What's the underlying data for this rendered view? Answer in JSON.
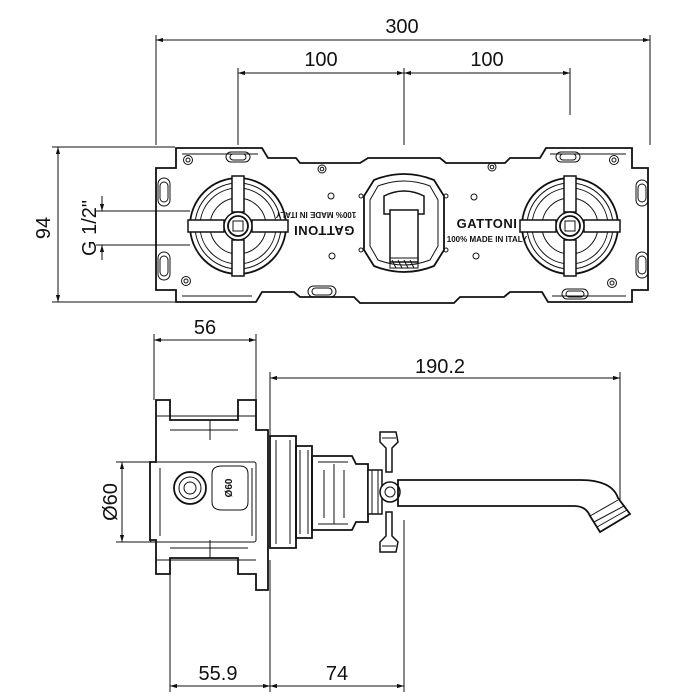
{
  "dimensions": {
    "top_overall": "300",
    "top_left_spacing": "100",
    "top_right_spacing": "100",
    "left_height": "94",
    "left_thread": "G 1/2\"",
    "side_width": "56",
    "side_projection": "190.2",
    "side_diameter": "Ø60",
    "bottom_left": "55.9",
    "bottom_right": "74"
  },
  "markings": {
    "brand_left": "GATTONI",
    "brand_right": "GATTONI",
    "made_left": "100% MADE IN ITALY",
    "made_right": "100% MADE IN ITALY",
    "circle_label": "Ø60"
  }
}
